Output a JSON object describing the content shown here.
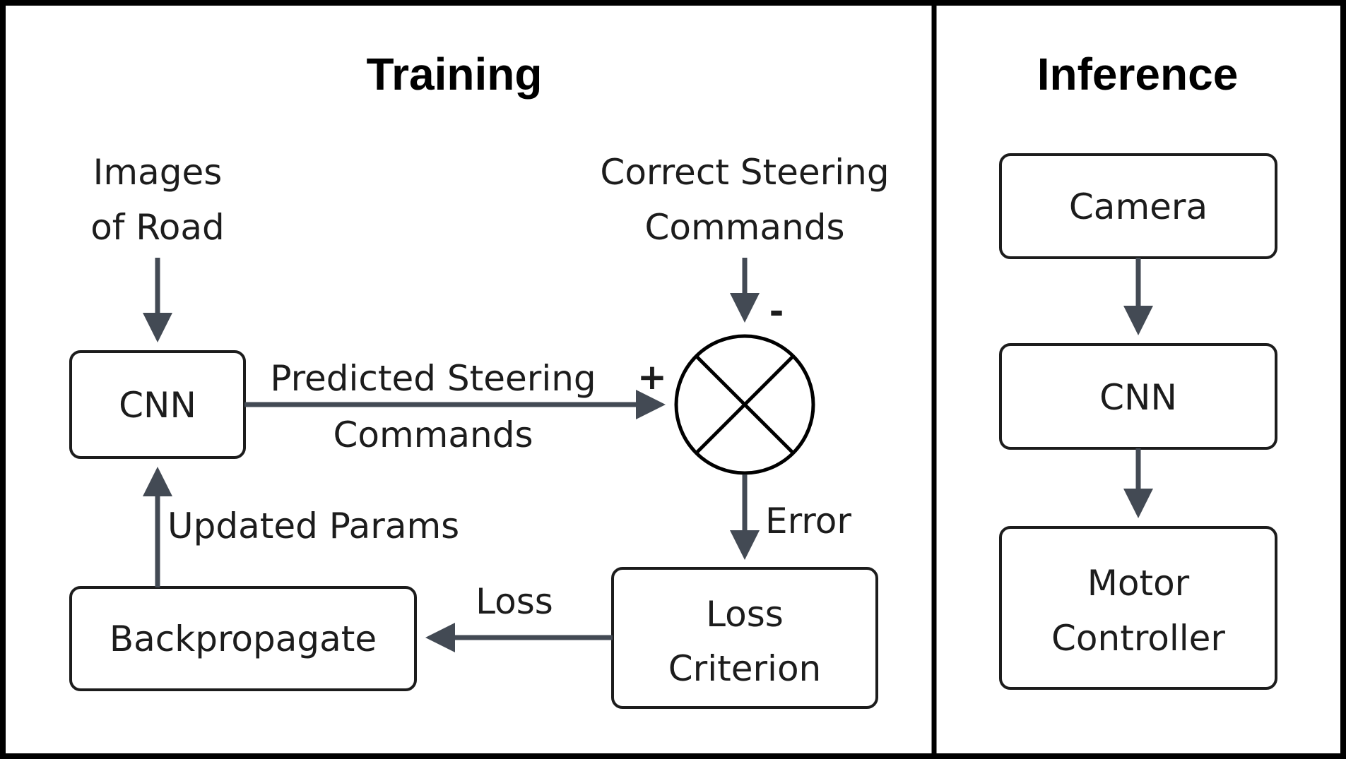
{
  "colors": {
    "arrow": "#434a54",
    "box_stroke": "#1c1c1c",
    "frame": "#000000",
    "background": "#ffffff"
  },
  "training": {
    "title": "Training",
    "images_label": [
      "Images",
      "of Road"
    ],
    "correct_label": [
      "Correct Steering",
      "Commands"
    ],
    "cnn": "CNN",
    "predicted_label": [
      "Predicted Steering",
      "Commands"
    ],
    "plus": "+",
    "minus": "-",
    "error_label": "Error",
    "loss_criterion": [
      "Loss",
      "Criterion"
    ],
    "loss_label": "Loss",
    "backpropagate": "Backpropagate",
    "updated_params": "Updated Params"
  },
  "inference": {
    "title": "Inference",
    "camera": "Camera",
    "cnn": "CNN",
    "motor_controller": [
      "Motor",
      "Controller"
    ]
  }
}
